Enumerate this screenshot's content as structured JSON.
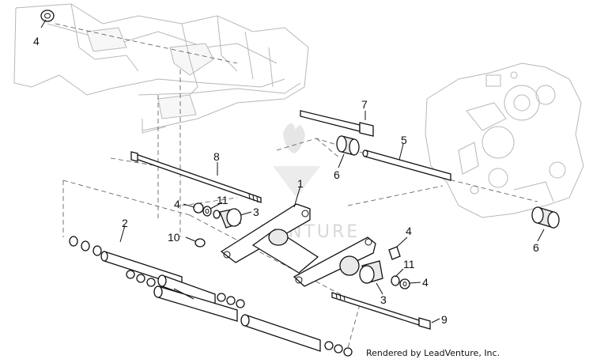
{
  "diagram": {
    "callouts": [
      {
        "id": "c4a",
        "label": "4"
      },
      {
        "id": "c7",
        "label": "7"
      },
      {
        "id": "c5",
        "label": "5"
      },
      {
        "id": "c6a",
        "label": "6"
      },
      {
        "id": "c8",
        "label": "8"
      },
      {
        "id": "c1",
        "label": "1"
      },
      {
        "id": "c4b",
        "label": "4"
      },
      {
        "id": "c11a",
        "label": "11"
      },
      {
        "id": "c3a",
        "label": "3"
      },
      {
        "id": "c2",
        "label": "2"
      },
      {
        "id": "c10",
        "label": "10"
      },
      {
        "id": "c4c",
        "label": "4"
      },
      {
        "id": "c11b",
        "label": "11"
      },
      {
        "id": "c4d",
        "label": "4"
      },
      {
        "id": "c3b",
        "label": "3"
      },
      {
        "id": "c9",
        "label": "9"
      },
      {
        "id": "c6b",
        "label": "6"
      }
    ],
    "watermark": "VENTURE",
    "credit": "Rendered by LeadVenture, Inc."
  }
}
